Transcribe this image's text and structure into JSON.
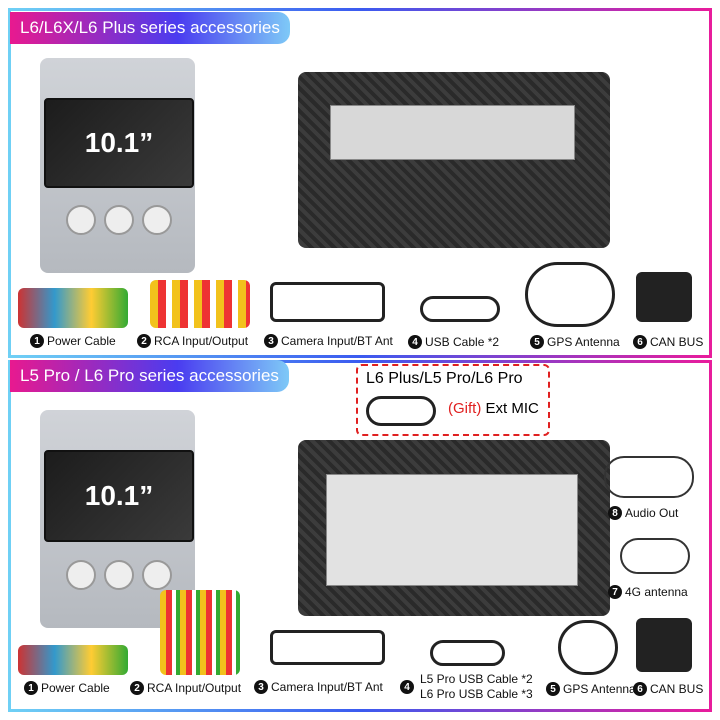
{
  "section1": {
    "title": "L6/L6X/L6 Plus series accessories",
    "screen_size": "10.1”",
    "items": [
      {
        "num": "1",
        "label": "Power Cable"
      },
      {
        "num": "2",
        "label": "RCA Input/Output"
      },
      {
        "num": "3",
        "label": "Camera Input/BT Ant"
      },
      {
        "num": "4",
        "label": "USB Cable *2"
      },
      {
        "num": "5",
        "label": "GPS Antenna"
      },
      {
        "num": "6",
        "label": "CAN BUS"
      }
    ]
  },
  "section2": {
    "title": "L5 Pro / L6 Pro series accessories",
    "screen_size": "10.1”",
    "gift": {
      "models": "L6 Plus/L5 Pro/L6 Pro",
      "gift_label": "(Gift)",
      "item": "Ext MIC"
    },
    "items": [
      {
        "num": "1",
        "label": "Power Cable"
      },
      {
        "num": "2",
        "label": "RCA Input/Output"
      },
      {
        "num": "3",
        "label": "Camera Input/BT Ant"
      },
      {
        "num": "4",
        "label": "L5 Pro USB Cable *2",
        "label2": "L6 Pro USB Cable *3"
      },
      {
        "num": "5",
        "label": "GPS Antenna"
      },
      {
        "num": "6",
        "label": "CAN BUS"
      },
      {
        "num": "7",
        "label": "4G antenna"
      },
      {
        "num": "8",
        "label": "Audio Out"
      }
    ]
  },
  "colors": {
    "gift": "#e02020",
    "accent_pink": "#e8198f",
    "accent_blue": "#4a3cf0"
  }
}
